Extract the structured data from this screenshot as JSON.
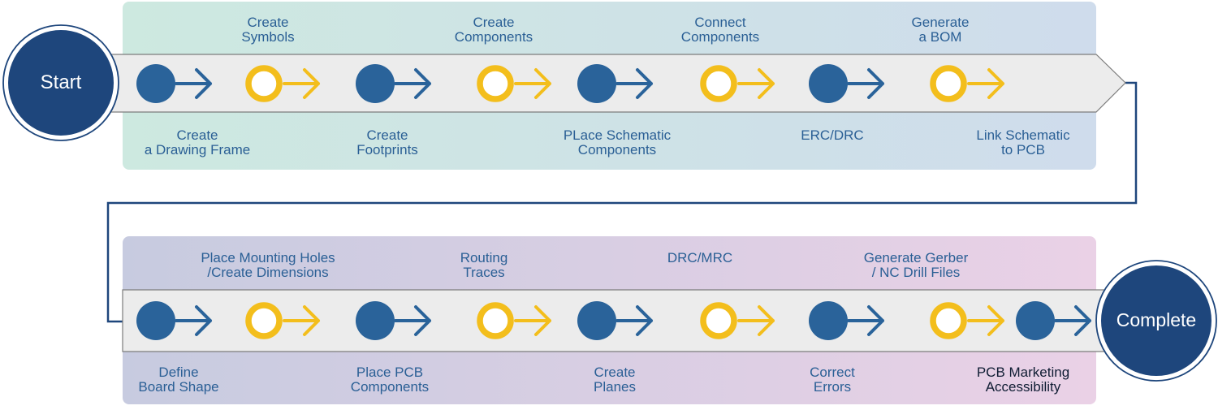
{
  "start_label": "Start",
  "complete_label": "Complete",
  "colors": {
    "blue": "#2a639a",
    "yellow": "#f3be1c",
    "node_fill": "#1e467c",
    "label": "#2a5f95",
    "label_dark": "#0f1c33",
    "connector": "#1e467c",
    "track_fill": "#ececec",
    "track_stroke": "#7d7d7d"
  },
  "row1": {
    "top_labels": [
      "Create\nSymbols",
      "Create\nComponents",
      "Connect\nComponents",
      "Generate\na BOM"
    ],
    "bottom_labels": [
      "Create\na Drawing Frame",
      "Create\nFootprints",
      "PLace Schematic\nComponents",
      "ERC/DRC",
      "Link Schematic\nto PCB"
    ],
    "steps": [
      "blue",
      "yellow",
      "blue",
      "yellow",
      "blue",
      "yellow",
      "blue",
      "yellow"
    ]
  },
  "row2": {
    "top_labels": [
      "Place Mounting Holes\n/Create Dimensions",
      "Routing\nTraces",
      "DRC/MRC",
      "Generate Gerber\n/ NC Drill Files"
    ],
    "bottom_labels": [
      "Define\nBoard Shape",
      "Place PCB\nComponents",
      "Create\nPlanes",
      "Correct\nErrors",
      "PCB Marketing\nAccessibility"
    ],
    "steps": [
      "blue",
      "yellow",
      "blue",
      "yellow",
      "blue",
      "yellow",
      "blue",
      "yellow",
      "blue"
    ]
  }
}
